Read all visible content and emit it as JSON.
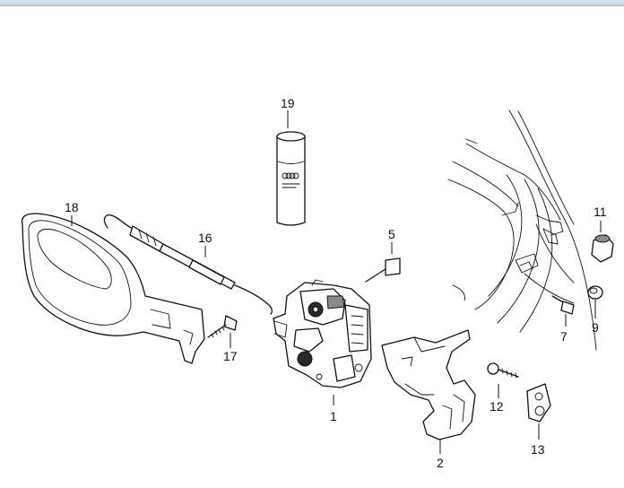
{
  "callouts": {
    "p1": "1",
    "p2": "2",
    "p5": "5",
    "p7": "7",
    "p9": "9",
    "p11": "11",
    "p12": "12",
    "p13": "13",
    "p16": "16",
    "p17": "17",
    "p18": "18",
    "p19": "19"
  },
  "icons": {
    "lock": "door-lock-icon",
    "handle": "door-handle-icon",
    "spray": "spray-can-icon"
  }
}
